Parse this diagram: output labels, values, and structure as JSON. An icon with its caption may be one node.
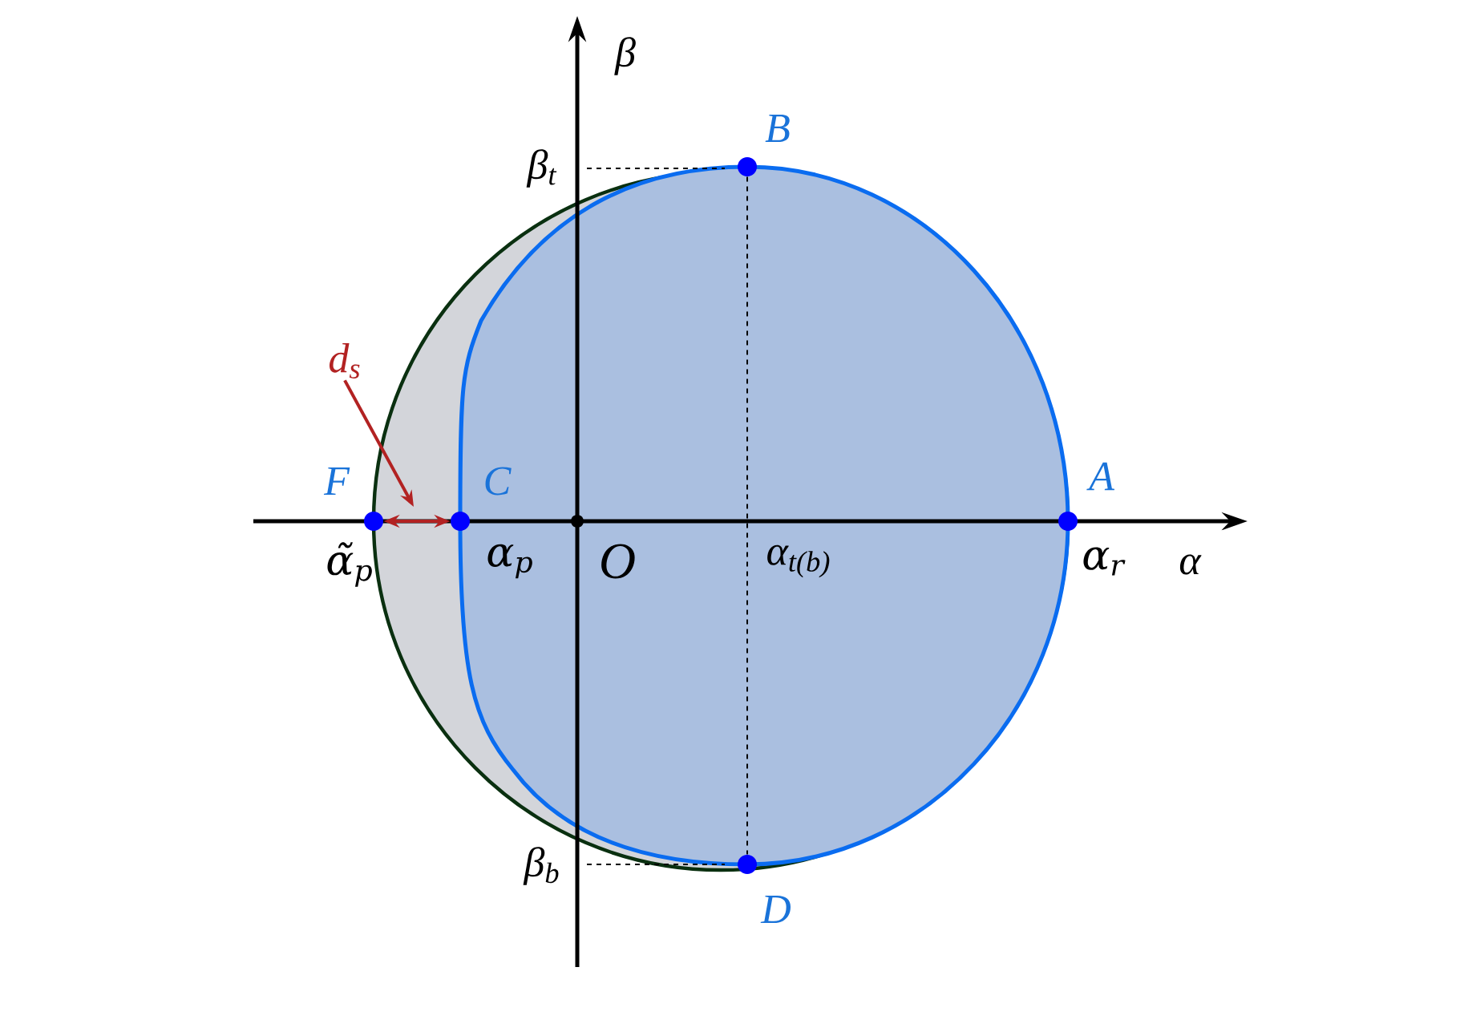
{
  "diagram": {
    "nodes": [
      {
        "text": [
          "A"
        ],
        "beside": [
          "α$_{r}$"
        ]
      },
      {
        "text": [
          "B"
        ]
      },
      {
        "text": [
          "C"
        ],
        "beside": [
          "α$_{p}$"
        ]
      },
      {
        "text": [
          "D"
        ]
      },
      {
        "text": [
          "F"
        ],
        "beside": [
          "α̃$_{p}$"
        ]
      },
      {
        "text": [
          "O"
        ]
      },
      {
        "text": [
          "d$_{s}$"
        ]
      }
    ],
    "edges": [
      {
        "from": 4,
        "to": 2,
        "arrow": "both"
      },
      {
        "from": 6,
        "to": null,
        "arrow": "to"
      },
      {
        "from": 1,
        "to": 3,
        "arrow": "none",
        "style": "dashed",
        "color": "#000000"
      }
    ],
    "labels": [
      "β",
      "β$_{t}$",
      "α$_{t(b)}$",
      "α",
      "β$_{b}$"
    ]
  }
}
